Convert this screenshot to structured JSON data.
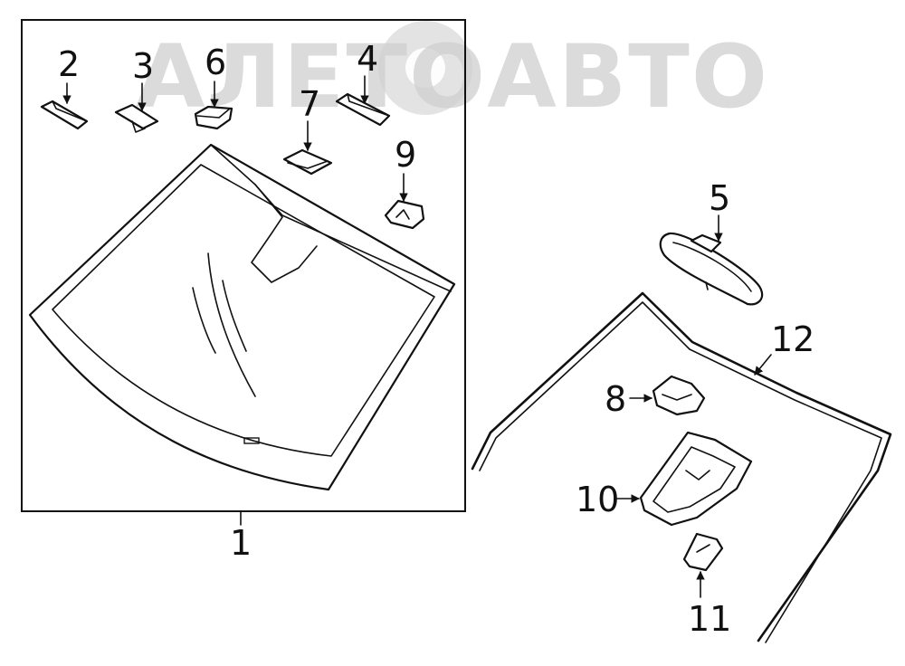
{
  "watermark": {
    "text": "АЛЕТОАВТО"
  },
  "callouts": {
    "c1": "1",
    "c2": "2",
    "c3": "3",
    "c4": "4",
    "c5": "5",
    "c6": "6",
    "c7": "7",
    "c8": "8",
    "c9": "9",
    "c10": "10",
    "c11": "11",
    "c12": "12"
  }
}
